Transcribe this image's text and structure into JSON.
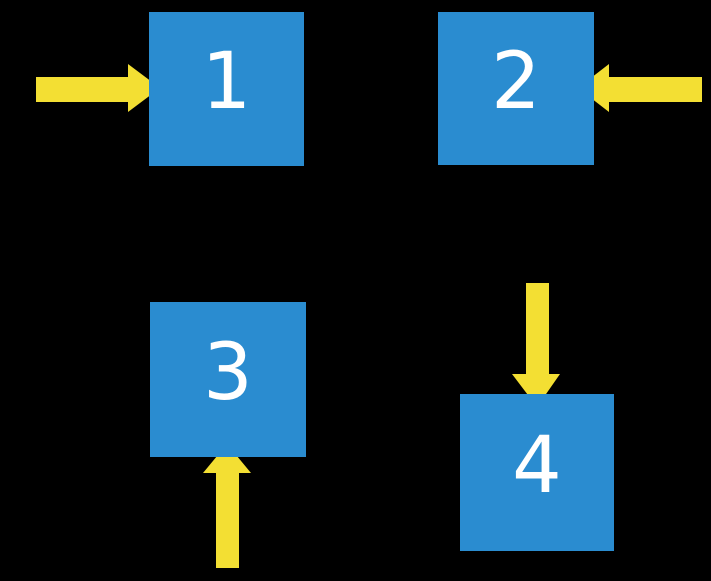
{
  "colors": {
    "background": "#000000",
    "square": "#2A8CD0",
    "arrow": "#F3DF33",
    "label": "#FFFFFF"
  },
  "squares": [
    {
      "label": "1",
      "arrow_direction": "right",
      "arrow_side": "left"
    },
    {
      "label": "2",
      "arrow_direction": "left",
      "arrow_side": "right"
    },
    {
      "label": "3",
      "arrow_direction": "up",
      "arrow_side": "bottom"
    },
    {
      "label": "4",
      "arrow_direction": "down",
      "arrow_side": "top"
    }
  ]
}
